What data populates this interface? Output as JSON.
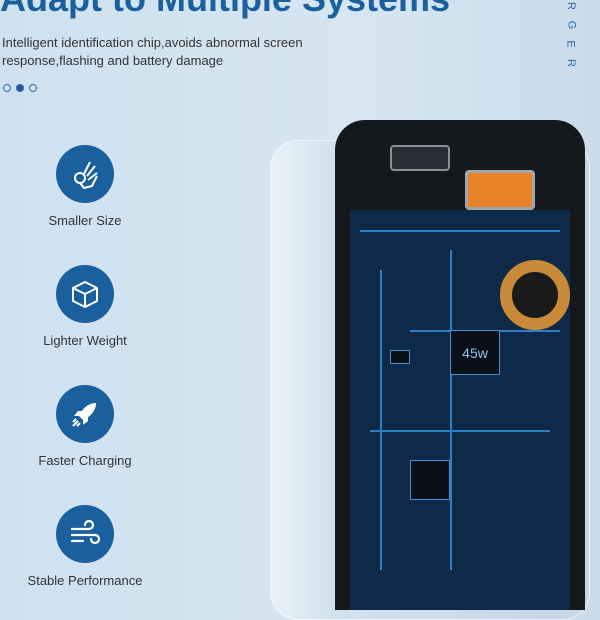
{
  "header": {
    "title": "Adapt to Multiple Systems",
    "subtitle": "Intelligent identification chip,avoids abnormal screen response,flashing and battery damage",
    "carousel": {
      "count": 3,
      "active": 1
    },
    "side_text": [
      "R",
      "G",
      "E",
      "R"
    ]
  },
  "features": [
    {
      "icon": "ok-hand-icon",
      "label": "Smaller Size"
    },
    {
      "icon": "cube-icon",
      "label": "Lighter Weight"
    },
    {
      "icon": "rocket-icon",
      "label": "Faster Charging"
    },
    {
      "icon": "wind-icon",
      "label": "Stable Performance"
    }
  ],
  "product": {
    "chip_label": "45w"
  },
  "colors": {
    "accent": "#1a5f9e",
    "background": "#d0e2f0"
  }
}
